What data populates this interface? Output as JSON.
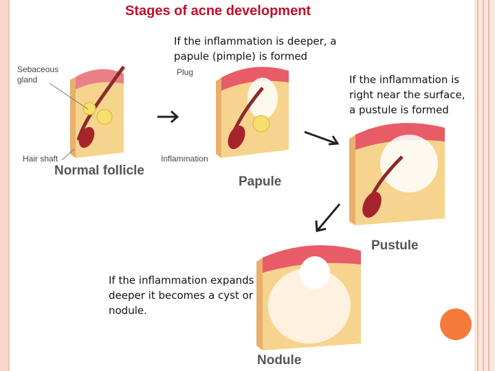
{
  "title": "Stages of acne development",
  "captions": {
    "papule": "If the inflammation is deeper, a papule (pimple) is formed",
    "pustule": "If the inflammation is right near the surface, a pustule is formed",
    "nodule": "If the inflammation expands deeper it becomes a cyst or nodule."
  },
  "labels": {
    "sebaceous_gland": "Sebaceous gland",
    "hair_shaft": "Hair shaft",
    "plug": "Plug",
    "inflammation": "Inflammation"
  },
  "stages": {
    "normal": "Normal follicle",
    "papule": "Papule",
    "pustule": "Pustule",
    "nodule": "Nodule"
  },
  "colors": {
    "title": "#c0102a",
    "accent_dot": "#f47a3a",
    "frame": "#f7d9cc"
  }
}
